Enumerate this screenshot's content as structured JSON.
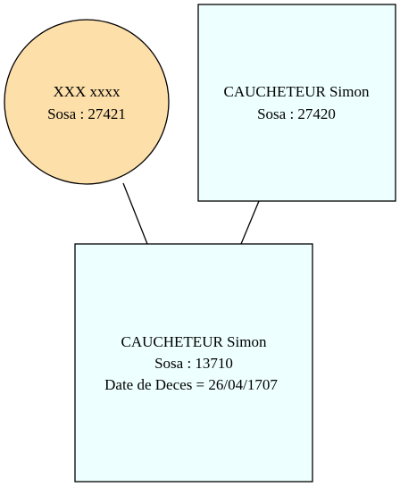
{
  "colors": {
    "female_fill": "#fddfaa",
    "male_fill": "#edfffe",
    "stroke": "#000000",
    "background": "#ffffff"
  },
  "nodes": {
    "mother": {
      "shape": "circle",
      "line1": "XXX xxxx",
      "line2": "Sosa : 27421"
    },
    "father": {
      "shape": "box",
      "line1": "CAUCHETEUR Simon",
      "line2": "Sosa : 27420"
    },
    "child": {
      "shape": "box",
      "line1": "CAUCHETEUR Simon",
      "line2": "Sosa : 13710",
      "line3": "Date de Deces = 26/04/1707"
    }
  },
  "edges": [
    {
      "from": "mother",
      "to": "child"
    },
    {
      "from": "father",
      "to": "child"
    }
  ]
}
